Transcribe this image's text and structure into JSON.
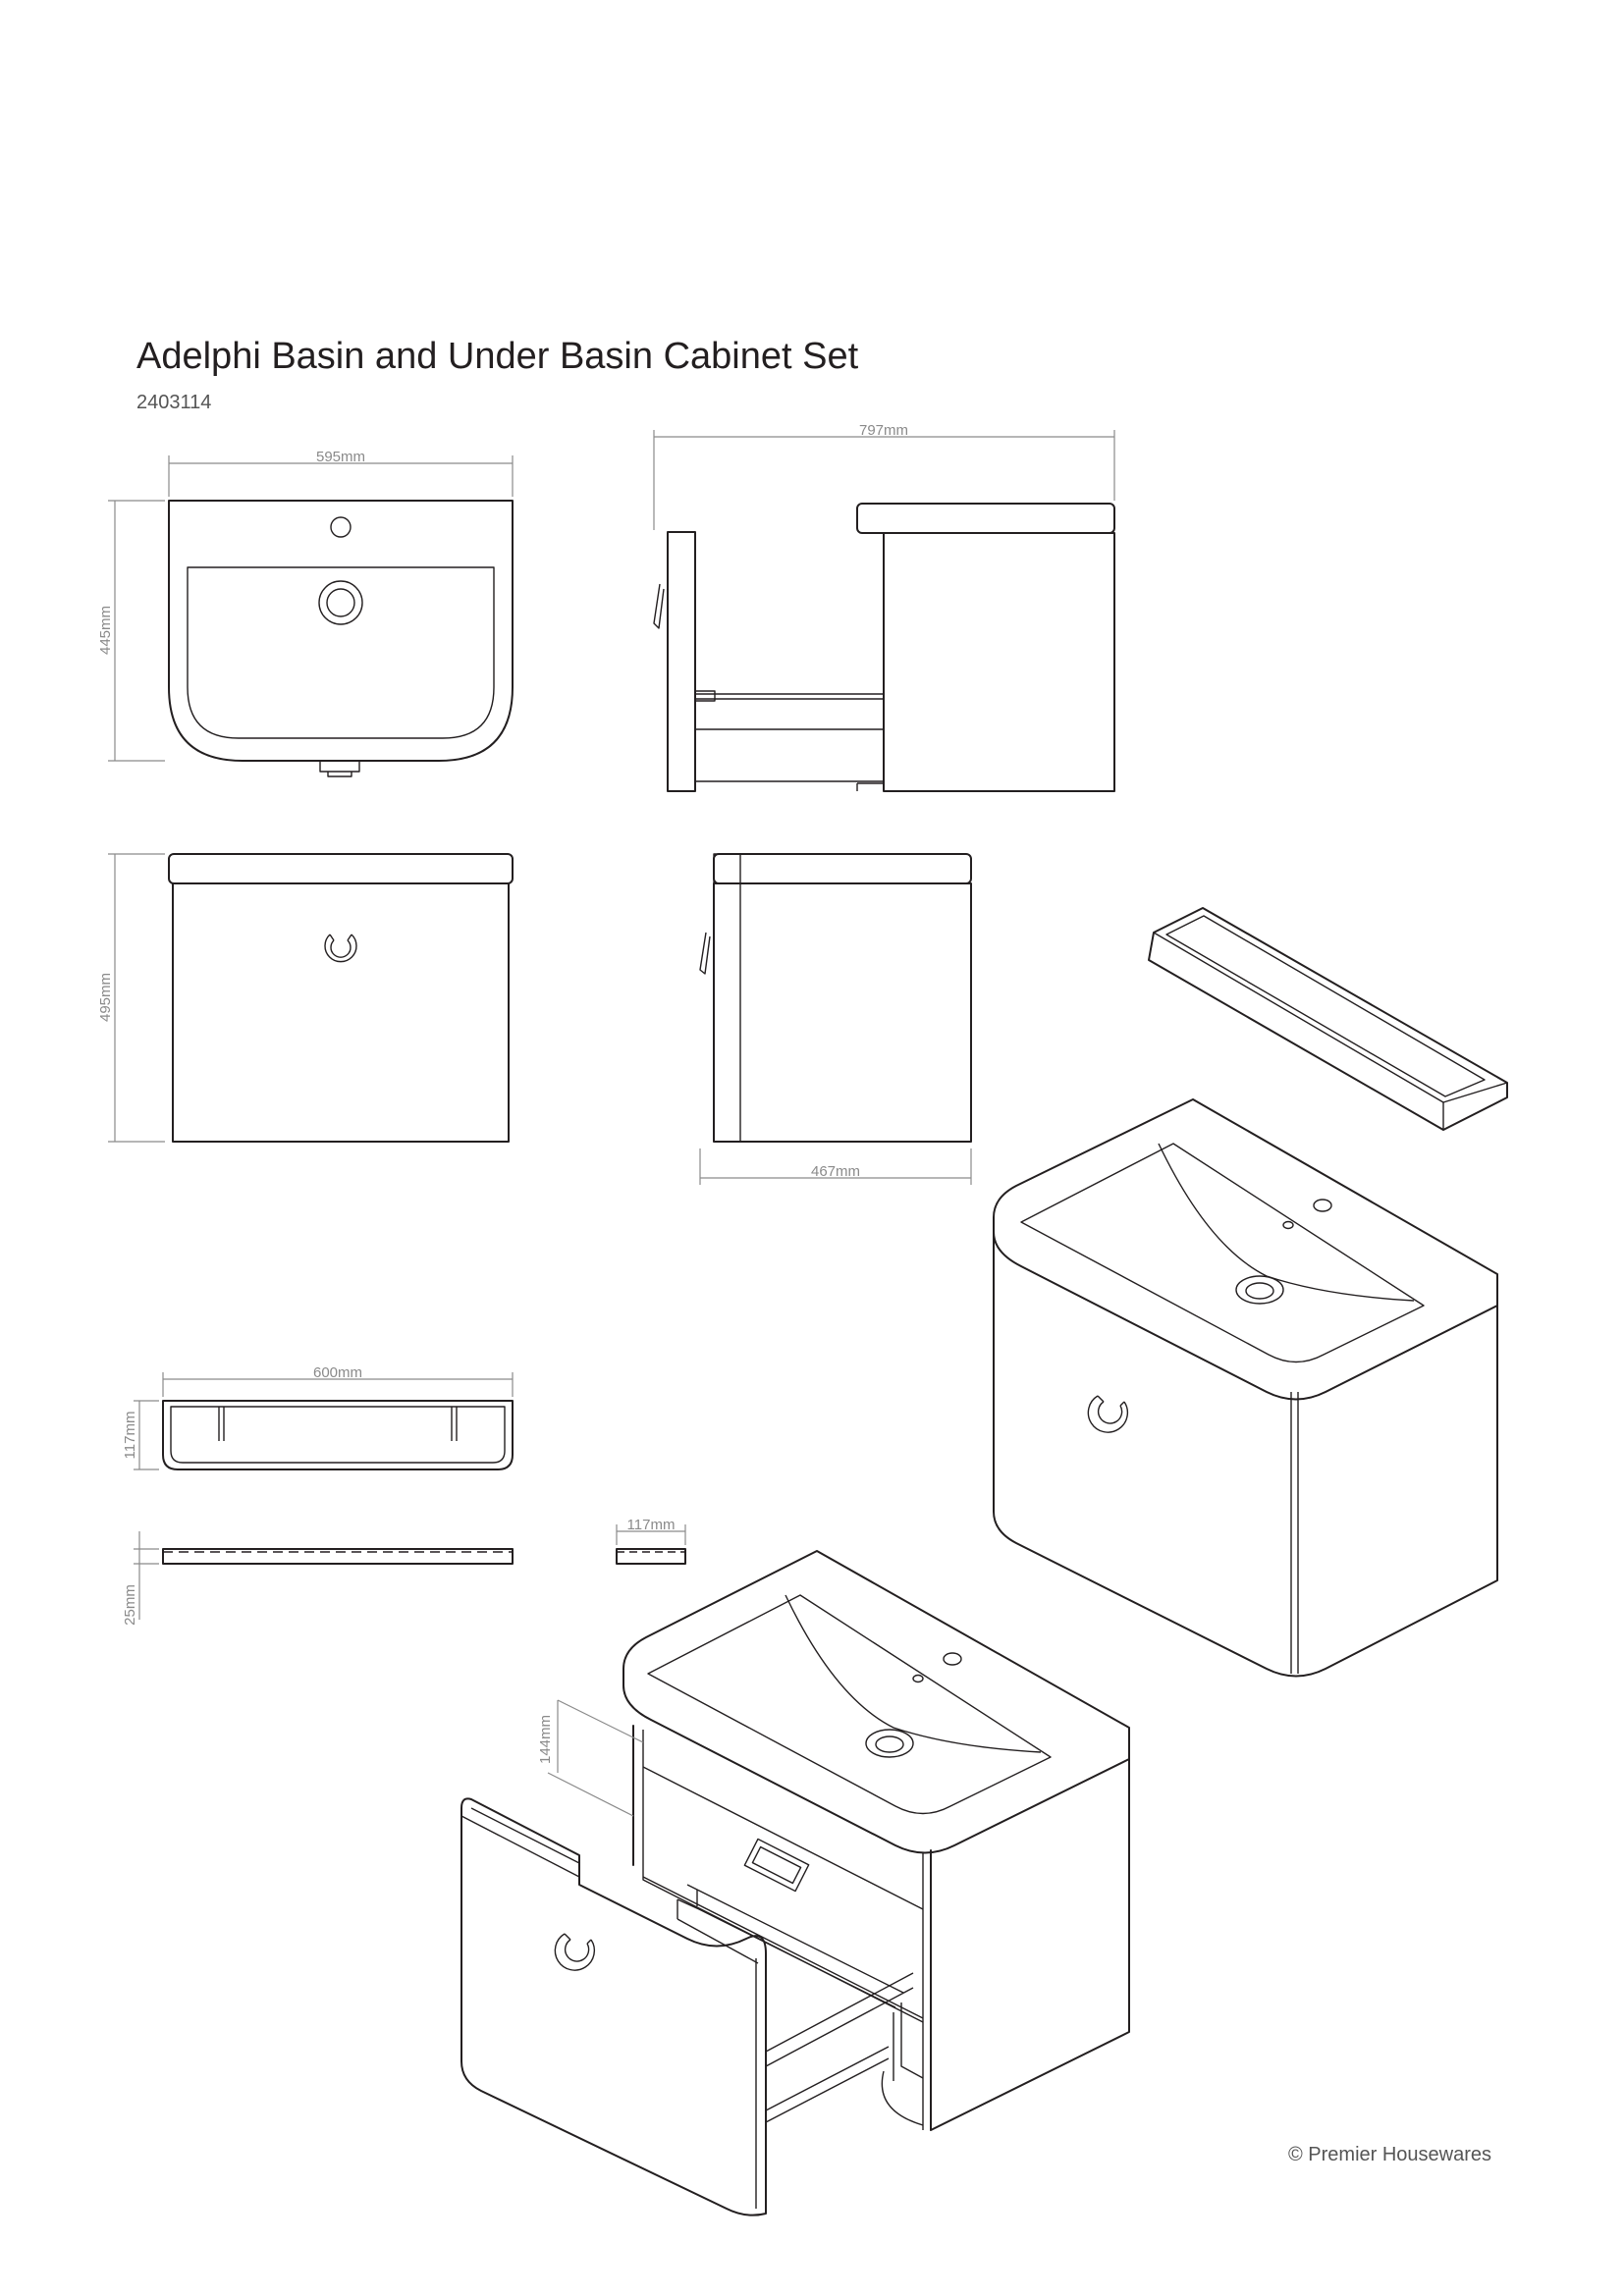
{
  "header": {
    "title": "Adelphi Basin and Under Basin Cabinet Set",
    "product_code": "2403114"
  },
  "dimensions": {
    "basin_width": "595mm",
    "basin_depth": "445mm",
    "overall_depth": "797mm",
    "cabinet_height": "495mm",
    "cabinet_depth": "467mm",
    "shelf_width": "600mm",
    "shelf_height": "117mm",
    "shelf_depth": "117mm",
    "shelf_thickness": "25mm",
    "drawer_height": "144mm"
  },
  "footer": {
    "copyright": "© Premier Housewares"
  }
}
